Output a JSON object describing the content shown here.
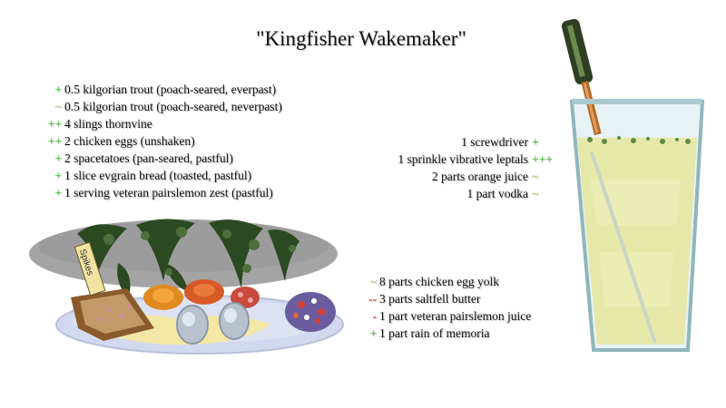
{
  "title": "\"Kingfisher Wakemaker\"",
  "plate_tag": "Spikes",
  "food": [
    {
      "marker": "+",
      "marker_color": "#2fb71f",
      "text": "0.5 kilgorian trout (poach-seared, everpast)"
    },
    {
      "marker": "~",
      "marker_color": "#a9b74b",
      "text": "0.5 kilgorian trout (poach-seared, neverpast)"
    },
    {
      "marker": "++",
      "marker_color": "#2fb71f",
      "text": "4 slings thornvine"
    },
    {
      "marker": "++",
      "marker_color": "#2fb71f",
      "text": "2 chicken eggs (unshaken)"
    },
    {
      "marker": "+",
      "marker_color": "#2fb71f",
      "text": "2 spacetatoes (pan-seared, pastful)"
    },
    {
      "marker": "+",
      "marker_color": "#2fb71f",
      "text": "1 slice evgrain bread (toasted, pastful)"
    },
    {
      "marker": "+",
      "marker_color": "#2fb71f",
      "text": "1 serving veteran pairslemon zest (pastful)"
    }
  ],
  "drink": [
    {
      "text": "1 screwdriver",
      "marker": "+",
      "marker_color": "#2fb71f"
    },
    {
      "text": "1 sprinkle vibrative leptals",
      "marker": "+++",
      "marker_color": "#2fb71f"
    },
    {
      "text": "2 parts orange juice",
      "marker": "~",
      "marker_color": "#a9b74b"
    },
    {
      "text": "1 part vodka",
      "marker": "~",
      "marker_color": "#a9b74b"
    }
  ],
  "sauce": [
    {
      "marker": "~",
      "marker_color": "#a9b74b",
      "text": "8 parts chicken egg yolk"
    },
    {
      "marker": "--",
      "marker_color": "#d51d1d",
      "text": "3 parts saltfell butter"
    },
    {
      "marker": "-",
      "marker_color": "#d51d1d",
      "text": "1 part veteran pairslemon juice"
    },
    {
      "marker": "+",
      "marker_color": "#2fb71f",
      "text": "1 part rain of memoria"
    }
  ]
}
